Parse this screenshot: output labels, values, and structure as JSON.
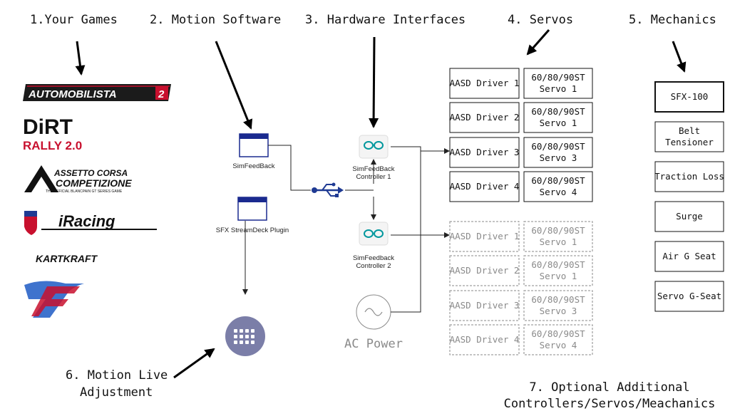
{
  "headings": {
    "games": "1.Your Games",
    "motion_software": "2. Motion Software",
    "hardware": "3. Hardware Interfaces",
    "servos": "4. Servos",
    "mechanics": "5. Mechanics",
    "live_adjustment_line1": "6. Motion Live",
    "live_adjustment_line2": "Adjustment",
    "optional_line1": "7. Optional Additional",
    "optional_line2": "Controllers/Servos/Meachanics"
  },
  "games": {
    "automobilista": "AUTOMOBILISTA",
    "automobilista_num": "2",
    "dirt_top": "DiRT",
    "dirt_bottom": "RALLY 2.0",
    "acc_top": "ASSETTO CORSA",
    "acc_mid": "COMPETIZIONE",
    "acc_sub": "THE OFFICIAL BLANCPAIN GT SERIES GAME",
    "iracing": "iRacing",
    "kartkraft": "KARTKRAFT",
    "rf2": "rF2"
  },
  "software": {
    "simfeedback": "SimFeedBack",
    "streamdeck": "SFX StreamDeck Plugin"
  },
  "controllers": {
    "c1_line1": "SimFeedBack",
    "c1_line2": "Controller 1",
    "c2_line1": "SimFeedback",
    "c2_line2": "Controller 2",
    "ac_power": "AC Power"
  },
  "servos_primary": [
    {
      "driver": "AASD Driver 1",
      "servo_line1": "60/80/90ST",
      "servo_line2": "Servo 1"
    },
    {
      "driver": "AASD Driver 2",
      "servo_line1": "60/80/90ST",
      "servo_line2": "Servo 1"
    },
    {
      "driver": "AASD Driver 3",
      "servo_line1": "60/80/90ST",
      "servo_line2": "Servo 3"
    },
    {
      "driver": "AASD Driver 4",
      "servo_line1": "60/80/90ST",
      "servo_line2": "Servo 4"
    }
  ],
  "servos_optional": [
    {
      "driver": "AASD Driver 1",
      "servo_line1": "60/80/90ST",
      "servo_line2": "Servo 1"
    },
    {
      "driver": "AASD Driver 2",
      "servo_line1": "60/80/90ST",
      "servo_line2": "Servo 1"
    },
    {
      "driver": "AASD Driver 3",
      "servo_line1": "60/80/90ST",
      "servo_line2": "Servo 3"
    },
    {
      "driver": "AASD Driver 4",
      "servo_line1": "60/80/90ST",
      "servo_line2": "Servo 4"
    }
  ],
  "mechanics": [
    {
      "line1": "SFX-100",
      "line2": ""
    },
    {
      "line1": "Belt",
      "line2": "Tensioner"
    },
    {
      "line1": "Traction Loss",
      "line2": ""
    },
    {
      "line1": "Surge",
      "line2": ""
    },
    {
      "line1": "Air G Seat",
      "line2": ""
    },
    {
      "line1": "Servo G-Seat",
      "line2": ""
    }
  ],
  "icons": {
    "app_window": "app-window-icon",
    "usb": "usb-icon",
    "arduino": "arduino-icon",
    "ac": "ac-power-icon",
    "grid": "streamdeck-grid-icon"
  },
  "colors": {
    "window_blue": "#1a2a8f",
    "arduino_teal": "#00979d",
    "usb_blue": "#1f3a93",
    "grid_purple": "#7b7ea8",
    "dim_gray": "#8a8a8a"
  }
}
